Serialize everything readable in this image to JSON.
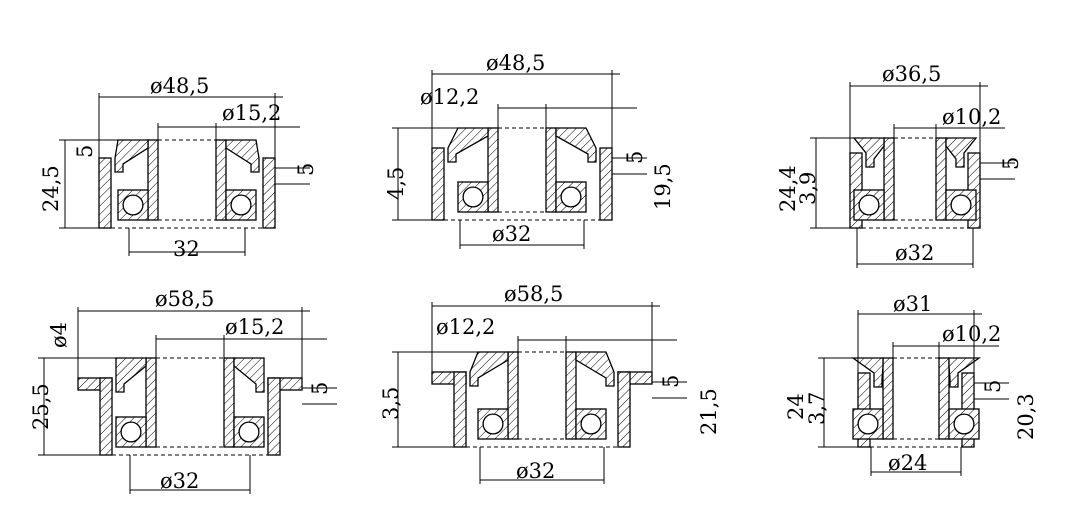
{
  "drawings": [
    {
      "name": "part-1",
      "labels": {
        "outer_dia": "ø48,5",
        "hub_dia": "ø15,2",
        "cap_height": "5",
        "total_height": "24,5",
        "side_height": "5",
        "base_dia": "32"
      }
    },
    {
      "name": "part-2",
      "labels": {
        "outer_dia": "ø48,5",
        "hub_dia": "ø12,2",
        "step_height": "4,5",
        "side_height": "5",
        "total_height": "19,5",
        "base_dia": "ø32"
      }
    },
    {
      "name": "part-3",
      "labels": {
        "outer_dia": "ø36,5",
        "hub_dia": "ø10,2",
        "total_height": "24,4",
        "step_height": "3,9",
        "side_height": "5",
        "base_dia": "ø32"
      }
    },
    {
      "name": "part-4",
      "labels": {
        "outer_dia": "ø58,5",
        "hub_dia": "ø15,2",
        "step_height": "ø4",
        "total_height": "25,5",
        "side_height": "5",
        "base_dia": "ø32"
      }
    },
    {
      "name": "part-5",
      "labels": {
        "outer_dia": "ø58,5",
        "hub_dia": "ø12,2",
        "step_height": "3,5",
        "side_height": "5",
        "total_height": "21,5",
        "base_dia": "ø32"
      }
    },
    {
      "name": "part-6",
      "labels": {
        "outer_dia": "ø31",
        "hub_dia": "ø10,2",
        "total_height": "24",
        "step_height": "3,7",
        "side_height": "5",
        "right_height": "20,3",
        "base_dia": "ø24"
      }
    }
  ]
}
